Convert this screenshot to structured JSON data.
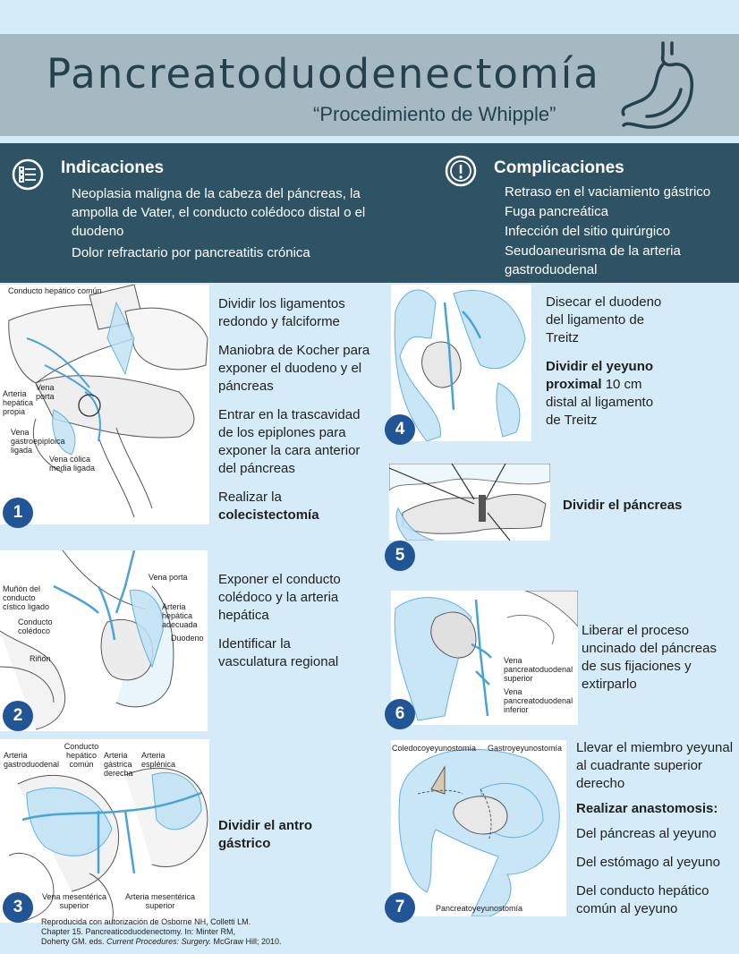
{
  "header": {
    "title": "Pancreatoduodenectomía",
    "subtitle": "“Procedimiento de Whipple”"
  },
  "indications": {
    "title": "Indicaciones",
    "items": [
      "Neoplasia maligna de la cabeza del páncreas, la ampolla de Vater, el conducto colédoco distal o el duodeno",
      "Dolor refractario por pancreatitis crónica"
    ]
  },
  "complications": {
    "title": "Complicaciones",
    "items": [
      "Retraso en el vaciamiento gástrico",
      "Fuga pancreática",
      "Infección del sitio quirúrgico",
      "Seudoaneurisma de la arteria gastroduodenal"
    ]
  },
  "steps": [
    {
      "number": "1",
      "labels": [
        "Conducto hepático común",
        "Arteria hepática propia",
        "Vena porta",
        "Vena gastroepiploica ligada",
        "Vena cólica media ligada"
      ],
      "lines": [
        "Dividir los ligamentos redondo y falciforme",
        "Maniobra de Kocher para exponer el duodeno y el páncreas",
        "Entrar en la trascavidad de los epiplones para exponer la cara anterior del páncreas"
      ],
      "last_plain": "Realizar la",
      "last_bold": "colecistectomía"
    },
    {
      "number": "2",
      "labels": [
        "Vena porta",
        "Muñón del conducto cístico ligado",
        "Arteria hepática adecuada",
        "Conducto colédoco",
        "Duodeno",
        "Riñón"
      ],
      "lines": [
        "Exponer el conducto colédoco y la arteria hepática",
        "Identificar la vasculatura regional"
      ]
    },
    {
      "number": "3",
      "labels": [
        "Arteria gastroduodenal",
        "Conducto hepático común",
        "Arteria gástrica derecha",
        "Arteria esplénica",
        "Vena mesentérica superior",
        "Arteria mesentérica superior"
      ],
      "bold": "Dividir el antro gástrico"
    },
    {
      "number": "4",
      "line1": "Disecar el duodeno del ligamento de Treitz",
      "bold": "Dividir el yeyuno proximal",
      "tail": " 10 cm distal al ligamento de Treitz"
    },
    {
      "number": "5",
      "bold": "Dividir el páncreas"
    },
    {
      "number": "6",
      "labels": [
        "Vena pancreatoduodenal superior",
        "Vena pancreatoduodenal inferior"
      ],
      "line1": "Liberar el proceso uncinado del páncreas de sus fijaciones y extirparlo"
    },
    {
      "number": "7",
      "labels": [
        "Coledocoyeyunostomía",
        "Gastroyeyunostomía",
        "Pancreatoyeyunostomía"
      ],
      "line1": "Llevar el miembro yeyunal al cuadrante superior derecho",
      "bold": "Realizar anastomosis:",
      "items": [
        "Del páncreas al yeyuno",
        "Del estómago al yeyuno",
        "Del conducto hepático común al yeyuno"
      ]
    }
  ],
  "credit": {
    "line1": "Reproducida con autorización de Osborne NH, Colletti LM.",
    "line2": "Chapter 15. Pancreaticoduodenectomy. In: Minter RM,",
    "line3_plain": "Doherty GM. eds.",
    "line3_italic": "Current Procedures: Surgery.",
    "line3_tail": "McGraw Hill; 2010."
  },
  "colors": {
    "background": "#d5ecf8",
    "header": "#a6b8c1",
    "band": "#2e5364",
    "badge": "#215596",
    "title": "#24414d"
  }
}
